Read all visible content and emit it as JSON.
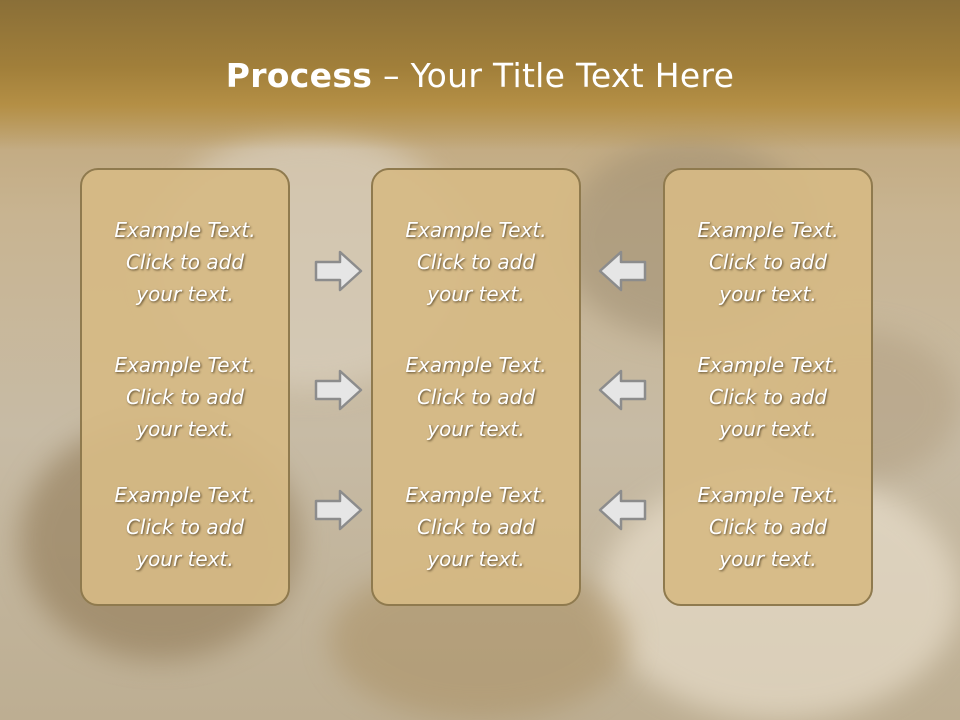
{
  "slide": {
    "title_bold": "Process",
    "title_rest": " – Your Title Text Here",
    "example_line1": "Example Text.",
    "example_line2": "Click  to add",
    "example_line3": "your text."
  },
  "colors": {
    "header": "#a17f3a",
    "box_fill": "#d6ba84",
    "box_border": "#8f7a4e",
    "arrow_fill": "#e6e6e6",
    "arrow_stroke": "#8c8c8c"
  },
  "icons": {
    "right_arrow": "right-arrow-icon",
    "left_arrow": "left-arrow-icon"
  }
}
